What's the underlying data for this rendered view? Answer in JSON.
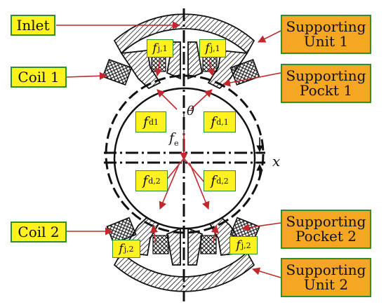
{
  "labels": {
    "inlet": "Inlet",
    "coil_1": "Coil 1",
    "coil_2": "Coil 2",
    "supporting_unit_1": [
      "Supporting",
      "Unit 1"
    ],
    "supporting_pocket_1": [
      "Supporting",
      "Pockt 1"
    ],
    "supporting_pocket_2": [
      "Supporting",
      "Pocket 2"
    ],
    "supporting_unit_2": [
      "Supporting",
      "Unit 2"
    ]
  },
  "forces": {
    "fj1_left": {
      "base": "f",
      "sub": "j,1"
    },
    "fj1_right": {
      "base": "f",
      "sub": "j,1"
    },
    "fd1_left": {
      "base": "f",
      "sub": "d1"
    },
    "fd1_right": {
      "base": "f",
      "sub": "d,1"
    },
    "fe": {
      "base": "f",
      "sub": "e"
    },
    "fd2_left": {
      "base": "f",
      "sub": "d,2"
    },
    "fd2_right": {
      "base": "f",
      "sub": "d,2"
    },
    "fj2_left": {
      "base": "f",
      "sub": "j,2"
    },
    "fj2_right": {
      "base": "f",
      "sub": "j,2"
    }
  },
  "symbols": {
    "theta": "θ",
    "x": "x"
  },
  "colors": {
    "label_orange": "#f5a623",
    "label_yellow": "#fff21e",
    "label_border": "#2f8f2f",
    "arrow_red": "#c0282d",
    "structure": "#111111"
  }
}
